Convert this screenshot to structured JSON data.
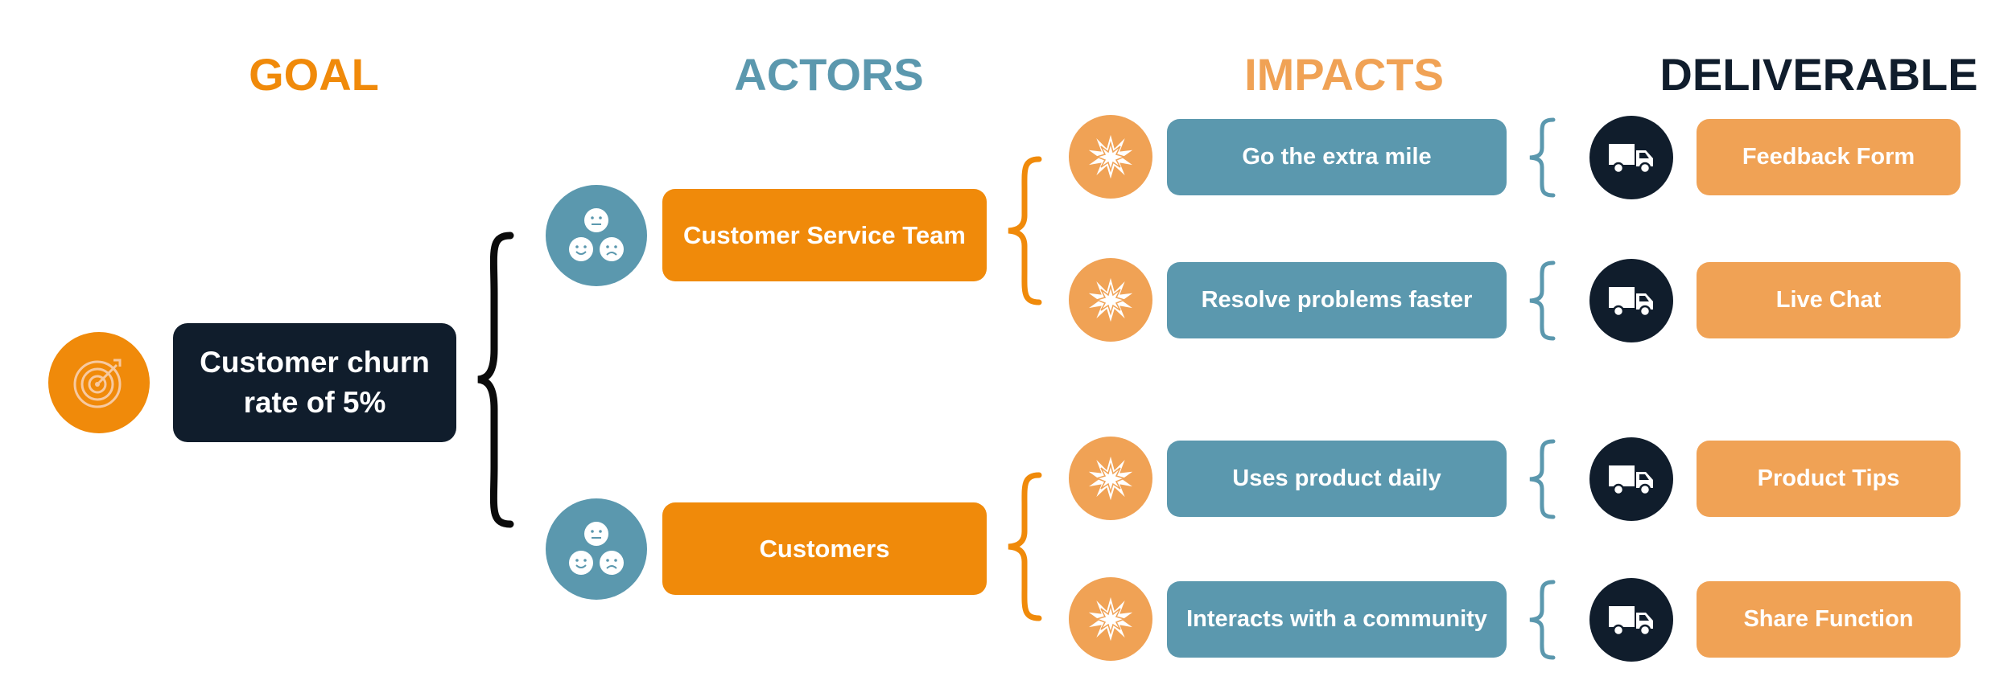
{
  "colors": {
    "orange": "#f08a0a",
    "light_orange": "#f0a255",
    "blue": "#5b98ae",
    "navy": "#101d2c",
    "white": "#ffffff"
  },
  "headers": {
    "goal": "GOAL",
    "actors": "ACTORS",
    "impacts": "IMPACTS",
    "deliverable": "DELIVERABLE"
  },
  "goal": {
    "label": "Customer churn rate of 5%",
    "icon": "target-icon"
  },
  "actors": [
    {
      "label": "Customer Service Team",
      "icon": "faces-icon"
    },
    {
      "label": "Customers",
      "icon": "faces-icon"
    }
  ],
  "impacts": [
    {
      "label": "Go the extra mile",
      "icon": "burst-icon"
    },
    {
      "label": "Resolve problems faster",
      "icon": "burst-icon"
    },
    {
      "label": "Uses product daily",
      "icon": "burst-icon"
    },
    {
      "label": "Interacts with a community",
      "icon": "burst-icon"
    }
  ],
  "deliverables": [
    {
      "label": "Feedback Form",
      "icon": "truck-icon"
    },
    {
      "label": "Live Chat",
      "icon": "truck-icon"
    },
    {
      "label": "Product Tips",
      "icon": "truck-icon"
    },
    {
      "label": "Share Function",
      "icon": "truck-icon"
    }
  ]
}
